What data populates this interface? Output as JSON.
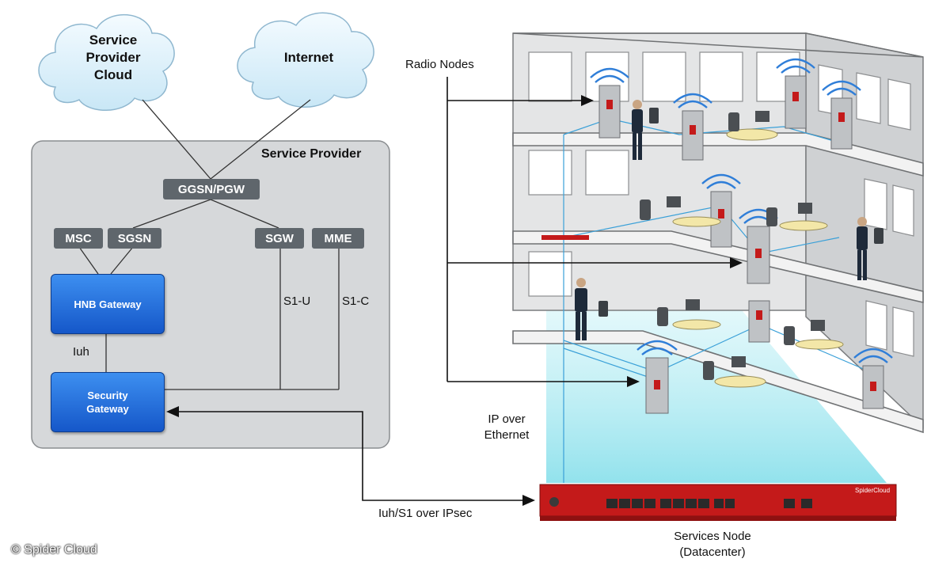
{
  "clouds": {
    "service_provider_cloud": "Service\nProvider\nCloud",
    "internet": "Internet"
  },
  "service_provider": {
    "title": "Service Provider",
    "ggsn": "GGSN/PGW",
    "msc": "MSC",
    "sgsn": "SGSN",
    "sgw": "SGW",
    "mme": "MME",
    "hnb_gateway": "HNB Gateway",
    "security_gateway": "Security\nGateway",
    "iuh": "Iuh",
    "s1u": "S1-U",
    "s1c": "S1-C"
  },
  "building": {
    "radio_nodes": "Radio Nodes",
    "ip_over_ethernet": "IP over\nEthernet"
  },
  "links": {
    "iuh_s1_ipsec": "Iuh/S1 over IPsec"
  },
  "services_node": {
    "label": "Services Node\n(Datacenter)",
    "brand": "SpiderCloud"
  },
  "copyright": "© Spider Cloud",
  "colors": {
    "node_gray": "#5f666c",
    "gateway_blue": "#2a72e0",
    "panel_gray": "#d6d8da",
    "server_red": "#c41a1a",
    "coverage_cyan": "#9fe6f2"
  }
}
